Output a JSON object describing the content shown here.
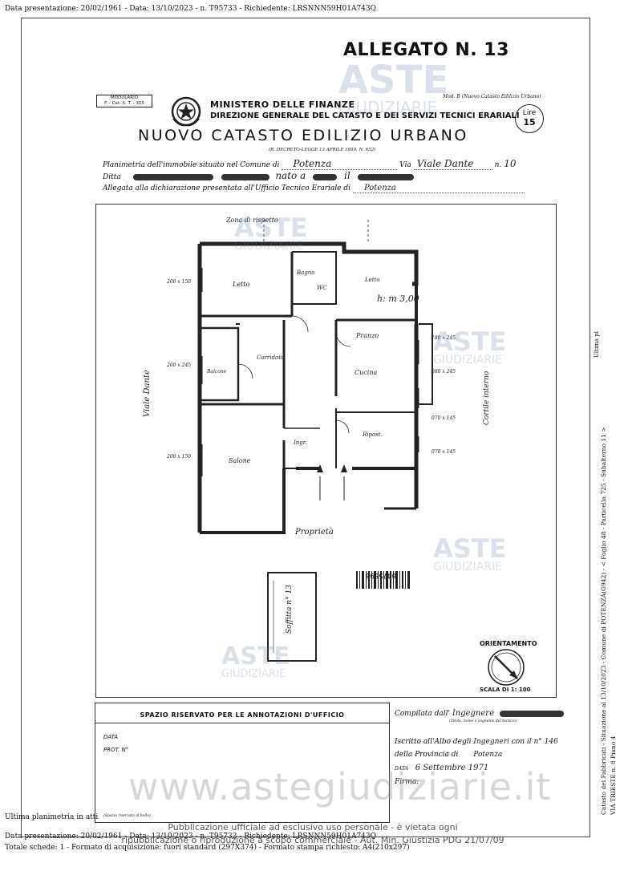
{
  "header_line": "Data presentazione: 20/02/1961 - Data: 13/10/2023 - n. T95733 - Richiedente: LRSNNN59H01A743Q",
  "allegato": "ALLEGATO N. 13",
  "modulario": {
    "line1": "MODULARIO",
    "line2": "F. - Cat. S. T. - 315"
  },
  "ministero": "MINISTERO DELLE FINANZE",
  "direzione": "DIREZIONE GENERALE DEL CATASTO E DEI SERVIZI TECNICI ERARIALI",
  "mod_ref": "Mod. B (Nuovo Catasto Edilizio Urbano)",
  "lire": {
    "label": "Lire",
    "value": "15"
  },
  "catasto_title": "NUOVO CATASTO EDILIZIO URBANO",
  "decreto": "(R. DECRETO-LEGGE 13 APRILE 1939, N. 652)",
  "form": {
    "planimetria_label": "Planimetria dell'immobile situato nel Comune di",
    "comune_value": "Potenza",
    "via_label": "Via",
    "via_value": "Viale Dante",
    "numero_label": "n.",
    "numero_value": "10",
    "ditta_label": "Ditta",
    "nato_text": "nato a",
    "il_text": "il",
    "allegata_label": "Allegata alla dichiarazione presentata all'Ufficio Tecnico Erariale di",
    "ufficio_value": "Potenza"
  },
  "plan": {
    "height_note": "h: m 3,00",
    "street_label": "Viale Dante",
    "proprieta_label": "Proprietà",
    "soffitta_label": "Soffitta n° 13",
    "zona_label": "Zona di rispetto",
    "window_1": "200 x 150",
    "window_2": "200 x 245",
    "window_3": "180 x 245",
    "window_4": "200 x 150",
    "window_5": "080 x 245",
    "window_6": "070 x 145",
    "window_7": "070 x 145",
    "room_1": "Letto",
    "room_2": "Bagno",
    "room_3": "WC",
    "room_4": "Corridoio",
    "room_5": "Balcone",
    "room_6": "Pranzo",
    "room_7": "Cucina",
    "room_8": "Salone",
    "room_9": "Ingr.",
    "room_10": "Ripost.",
    "room_11": "Letto",
    "side_label": "Cortile interno",
    "stamp_number": "0475890"
  },
  "orientamento": "ORIENTAMENTO",
  "scala": "SCALA DI 1: 100",
  "annotations": {
    "title": "SPAZIO RISERVATO PER LE ANNOTAZIONI D'UFFICIO",
    "data_label": "DATA",
    "prot_label": "PROT. N°",
    "footnote": "(Spazio riservato al bollo)"
  },
  "compilata": {
    "label": "Compilata dall'",
    "value": "Ingegnere",
    "sublabel": "(Titolo, nome e cognome del tecnico)",
    "iscritto_label": "Iscritto all'Albo degli",
    "iscritto_value": "Ingegneri con il n° 146",
    "provincia_label": "della Provincia di",
    "provincia_value": "Potenza",
    "data_label": "DATA",
    "data_value": "6 Settembre 1971",
    "firma_label": "Firma:"
  },
  "side": {
    "ultima_vertical": "Ultima pl",
    "catasto_line": "Catasto dei Fabbricati - Situazione al 13/10/2023 - Comune di POTENZA(G942) - < Foglio 48 - Particella 725 - Subalterno 11 >",
    "via_line": "VIA TRIESTE n. 8 Piano 4"
  },
  "watermark": {
    "aste": "ASTE",
    "giudiziarie": "GIUDIZIARIE",
    "site": "www.astegiudiziarie.it"
  },
  "footer": {
    "ultima": "Ultima planimetria in atti",
    "line1": "Data presentazione: 20/02/1961 - Data: 13/10/2023 - n. T95733 - Richiedente: LRSNNN59H01A743Q",
    "line2": "Totale schede: 1 - Formato di acquisizione: fuori standard (297X374) - Formato stampa richiesto: A4(210x297)",
    "pub1": "Pubblicazione ufficiale ad esclusivo uso personale - è vietata ogni",
    "pub2": "ripubblicazione o riproduzione a scopo commerciale - Aut. Min. Giustizia PDG 21/07/09"
  }
}
